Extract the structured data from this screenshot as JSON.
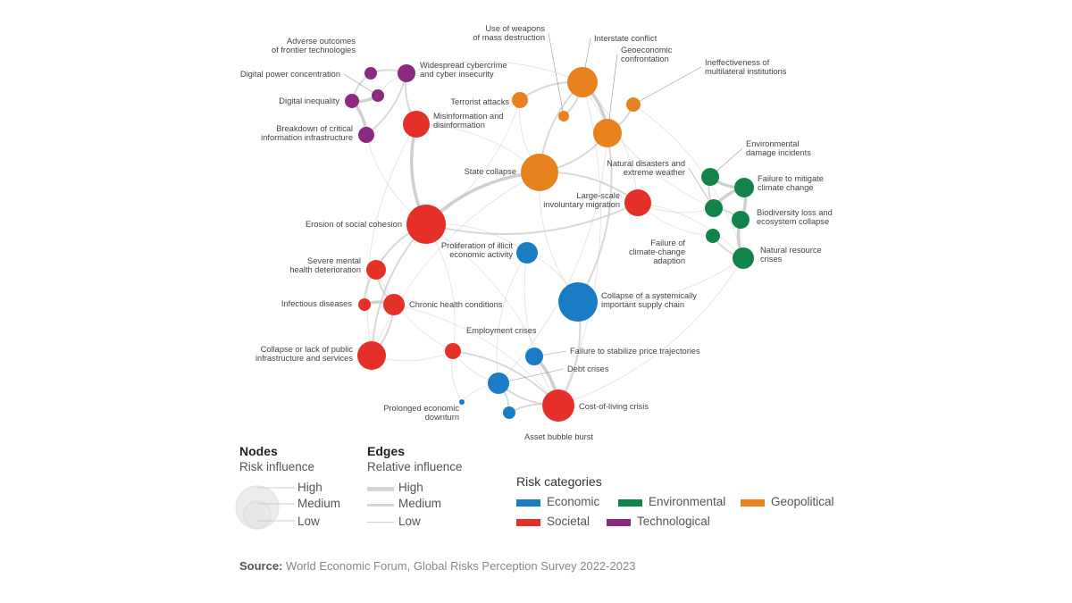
{
  "colors": {
    "Economic": "#1a7cc4",
    "Environmental": "#12844a",
    "Geopolitical": "#e8821f",
    "Societal": "#e5302a",
    "Technological": "#8b2a7e",
    "edge": "#c8c8c8"
  },
  "nodes": [
    {
      "id": "adverse",
      "label": [
        "Adverse outcomes",
        "of frontier technologies"
      ],
      "category": "Technological",
      "influence": "low"
    },
    {
      "id": "cyber",
      "label": [
        "Widespread cybercrime",
        "and cyber insecurity"
      ],
      "category": "Technological",
      "influence": "medium"
    },
    {
      "id": "digpower",
      "label": [
        "Digital power concentration"
      ],
      "category": "Technological",
      "influence": "low"
    },
    {
      "id": "diginequality",
      "label": [
        "Digital inequality"
      ],
      "category": "Technological",
      "influence": "low"
    },
    {
      "id": "breakdown",
      "label": [
        "Breakdown of critical",
        "information infrastructure"
      ],
      "category": "Technological",
      "influence": "low"
    },
    {
      "id": "misinfo",
      "label": [
        "Misinformation and",
        "disinformation"
      ],
      "category": "Societal",
      "influence": "medium"
    },
    {
      "id": "wmd",
      "label": [
        "Use of weapons",
        "of mass destruction"
      ],
      "category": "Geopolitical",
      "influence": "low"
    },
    {
      "id": "interstate",
      "label": [
        "Interstate conflict"
      ],
      "category": "Geopolitical",
      "influence": "high"
    },
    {
      "id": "geoeconomic",
      "label": [
        "Geoeconomic",
        "confrontation"
      ],
      "category": "Geopolitical",
      "influence": "medium"
    },
    {
      "id": "multilateral",
      "label": [
        "Ineffectiveness of",
        "multilateral institutions"
      ],
      "category": "Geopolitical",
      "influence": "low"
    },
    {
      "id": "terrorist",
      "label": [
        "Terrorist attacks"
      ],
      "category": "Geopolitical",
      "influence": "low"
    },
    {
      "id": "statecollapse",
      "label": [
        "State collapse"
      ],
      "category": "Geopolitical",
      "influence": "high"
    },
    {
      "id": "envdamage",
      "label": [
        "Environmental",
        "damage incidents"
      ],
      "category": "Environmental",
      "influence": "low"
    },
    {
      "id": "natdisasters",
      "label": [
        "Natural disasters and",
        "extreme weather"
      ],
      "category": "Environmental",
      "influence": "low"
    },
    {
      "id": "climatemitigate",
      "label": [
        "Failure to mitigate",
        "climate change"
      ],
      "category": "Environmental",
      "influence": "low"
    },
    {
      "id": "biodiversity",
      "label": [
        "Biodiversity loss and",
        "ecosystem collapse"
      ],
      "category": "Environmental",
      "influence": "low"
    },
    {
      "id": "climateadapt",
      "label": [
        "Failure of",
        "climate-change",
        "adaption"
      ],
      "category": "Environmental",
      "influence": "low"
    },
    {
      "id": "natresource",
      "label": [
        "Natural resource",
        "crises"
      ],
      "category": "Environmental",
      "influence": "medium"
    },
    {
      "id": "migration",
      "label": [
        "Large-scale",
        "involuntary migration"
      ],
      "category": "Societal",
      "influence": "medium"
    },
    {
      "id": "socialcohesion",
      "label": [
        "Erosion of social cohesion"
      ],
      "category": "Societal",
      "influence": "high"
    },
    {
      "id": "illicit",
      "label": [
        "Proliferation of illicit",
        "economic activity"
      ],
      "category": "Economic",
      "influence": "low"
    },
    {
      "id": "mentalhealth",
      "label": [
        "Severe mental",
        "health deterioration"
      ],
      "category": "Societal",
      "influence": "low"
    },
    {
      "id": "infectious",
      "label": [
        "Infectious diseases"
      ],
      "category": "Societal",
      "influence": "low"
    },
    {
      "id": "chronic",
      "label": [
        "Chronic health conditions"
      ],
      "category": "Societal",
      "influence": "medium"
    },
    {
      "id": "supplychain",
      "label": [
        "Collapse of a systemically",
        "important supply chain"
      ],
      "category": "Economic",
      "influence": "high"
    },
    {
      "id": "employment",
      "label": [
        "Employment crises"
      ],
      "category": "Societal",
      "influence": "low"
    },
    {
      "id": "infrastructure",
      "label": [
        "Collapse or lack of public",
        "infrastructure and services"
      ],
      "category": "Societal",
      "influence": "high"
    },
    {
      "id": "pricestab",
      "label": [
        "Failure to stabilize price trajectories"
      ],
      "category": "Economic",
      "influence": "low"
    },
    {
      "id": "debt",
      "label": [
        "Debt crises"
      ],
      "category": "Economic",
      "influence": "medium"
    },
    {
      "id": "costofliving",
      "label": [
        "Cost-of-living crisis"
      ],
      "category": "Societal",
      "influence": "high"
    },
    {
      "id": "downturn",
      "label": [
        "Prolonged economic",
        "downturn"
      ],
      "category": "Economic",
      "influence": "low"
    },
    {
      "id": "assetbubble",
      "label": [
        "Asset bubble burst"
      ],
      "category": "Economic",
      "influence": "low"
    }
  ],
  "legend": {
    "nodes": {
      "title": "Nodes",
      "subtitle": "Risk influence",
      "levels": [
        "High",
        "Medium",
        "Low"
      ]
    },
    "edges": {
      "title": "Edges",
      "subtitle": "Relative influence",
      "levels": [
        "High",
        "Medium",
        "Low"
      ]
    },
    "categories": {
      "title": "Risk categories",
      "items": [
        "Economic",
        "Environmental",
        "Geopolitical",
        "Societal",
        "Technological"
      ]
    }
  },
  "source": {
    "label": "Source:",
    "text": "World Economic Forum, Global Risks Perception Survey 2022-2023"
  }
}
